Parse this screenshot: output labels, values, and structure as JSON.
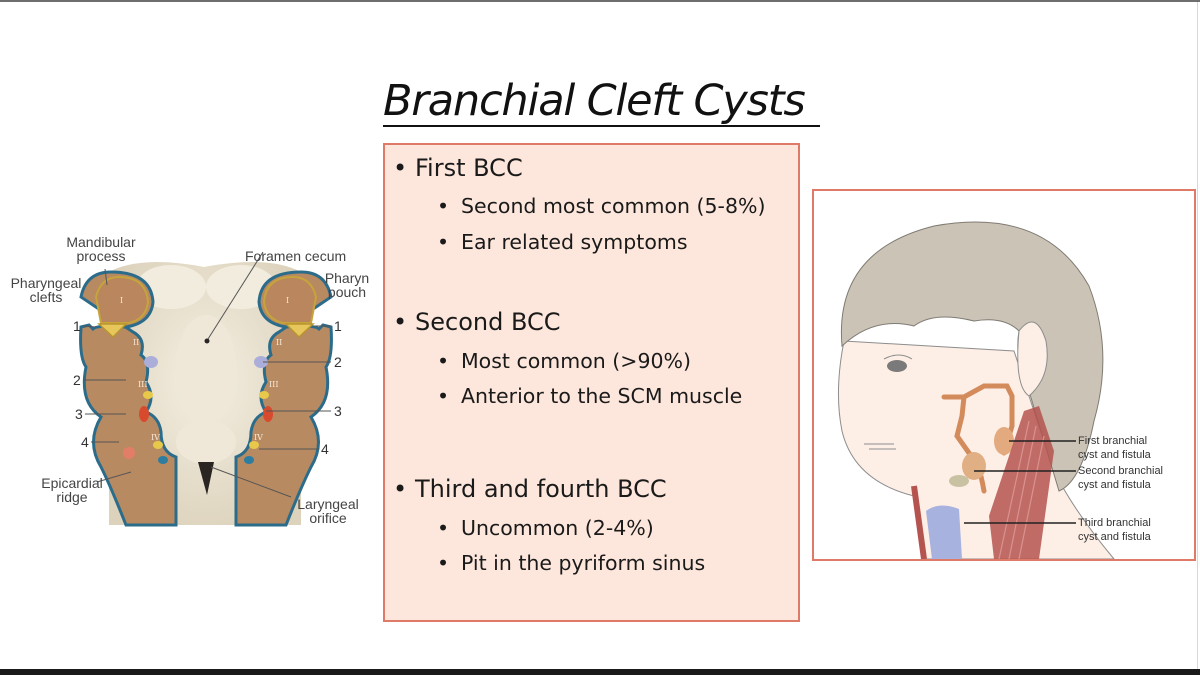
{
  "slide": {
    "title": "Branchial Cleft Cysts",
    "bullets": [
      {
        "heading": "First BCC",
        "items": [
          "Second most common (5-8%)",
          "Ear related symptoms"
        ]
      },
      {
        "heading": "Second BCC",
        "items": [
          "Most common (>90%)",
          "Anterior to the SCM muscle"
        ]
      },
      {
        "heading": "Third and fourth BCC",
        "items": [
          "Uncommon (2-4%)",
          "Pit in the pyriform sinus"
        ]
      }
    ],
    "bullet_symbol": "•",
    "colors": {
      "box_fill": "#fde7dc",
      "box_border": "#e07a68",
      "text": "#1a1a1a"
    }
  },
  "embryo_diagram": {
    "labels": {
      "mandibular": "Mandibular\nprocess",
      "mandibular_1": "Mandibular",
      "mandibular_2": "process",
      "clefts_1": "Pharyngeal",
      "clefts_2": "clefts",
      "foramen": "Foramen cecum",
      "pouch_1": "Pharyn",
      "pouch_2": "pouch",
      "epicardial_1": "Epicardial",
      "epicardial_2": "ridge",
      "laryngeal_1": "Laryngeal",
      "laryngeal_2": "orifice"
    },
    "left_numbers": [
      "1",
      "2",
      "3",
      "4"
    ],
    "right_numbers": [
      "1",
      "2",
      "3",
      "4"
    ],
    "arch_numerals": [
      "I",
      "II",
      "III",
      "IV"
    ]
  },
  "neck_diagram": {
    "labels": [
      {
        "line1": "First branchial",
        "line2": "cyst and fistula"
      },
      {
        "line1": "Second branchial",
        "line2": "cyst and fistula"
      },
      {
        "line1": "Third branchial",
        "line2": "cyst and fistula"
      }
    ]
  }
}
